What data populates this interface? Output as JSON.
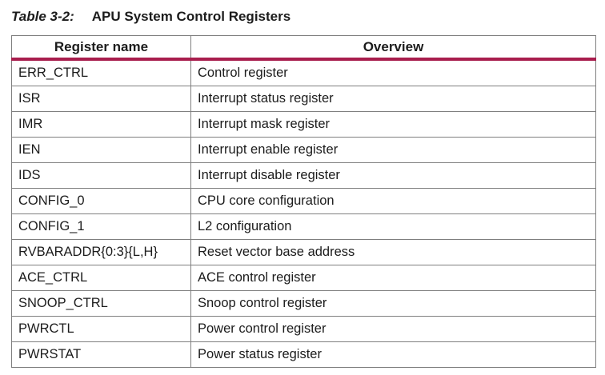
{
  "caption": {
    "label": "Table 3-2:",
    "title": "APU System Control Registers"
  },
  "table": {
    "columns": [
      "Register name",
      "Overview"
    ],
    "rows": [
      {
        "name": "ERR_CTRL",
        "overview": "Control register"
      },
      {
        "name": "ISR",
        "overview": "Interrupt status register"
      },
      {
        "name": "IMR",
        "overview": "Interrupt mask register"
      },
      {
        "name": "IEN",
        "overview": "Interrupt enable register"
      },
      {
        "name": "IDS",
        "overview": "Interrupt disable register"
      },
      {
        "name": "CONFIG_0",
        "overview": "CPU core configuration"
      },
      {
        "name": "CONFIG_1",
        "overview": "L2 configuration"
      },
      {
        "name": "RVBARADDR{0:3}{L,H}",
        "overview": "Reset vector base address"
      },
      {
        "name": "ACE_CTRL",
        "overview": "ACE control register"
      },
      {
        "name": "SNOOP_CTRL",
        "overview": "Snoop control register"
      },
      {
        "name": "PWRCTL",
        "overview": "Power control register"
      },
      {
        "name": "PWRSTAT",
        "overview": "Power status register"
      }
    ]
  },
  "colors": {
    "header_rule": "#a81d4d",
    "grid_border": "#7f7f7f",
    "text": "#1c1c1c",
    "background": "#ffffff"
  }
}
